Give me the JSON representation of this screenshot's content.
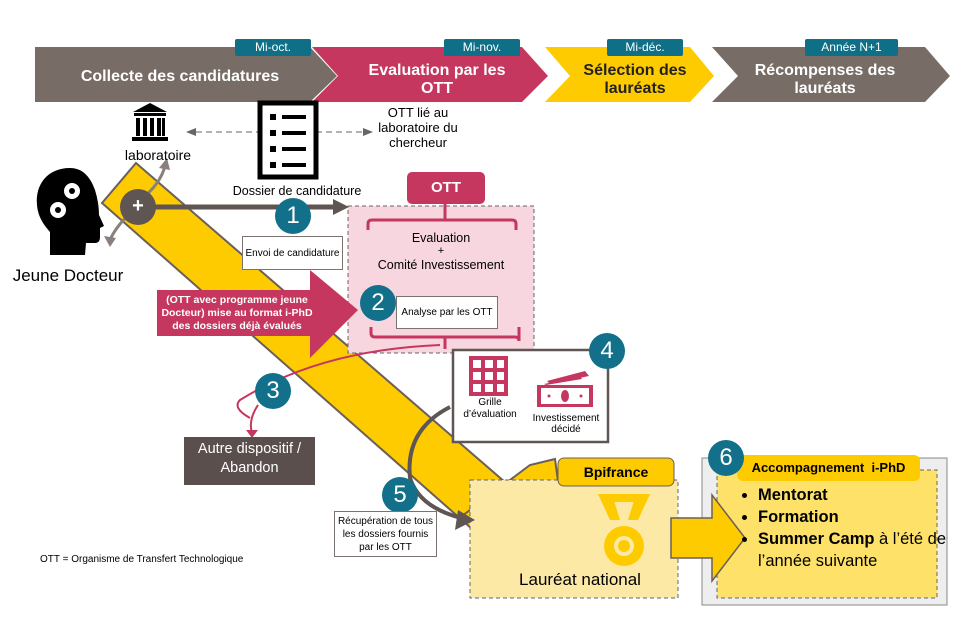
{
  "colors": {
    "taupe": "#776d66",
    "crimson": "#c5375f",
    "yellow": "#fecb00",
    "teal": "#12708a",
    "pink_bg": "#f7d6e0",
    "light_yellow": "#fde9a6",
    "dark_grey": "#5a4f4c"
  },
  "timeline": [
    {
      "label": "Collecte des candidatures",
      "date": "Mi-oct."
    },
    {
      "label": "Evaluation par les OTT",
      "date": "Mi-nov."
    },
    {
      "label": "Sélection des lauréats",
      "date": "Mi-déc."
    },
    {
      "label": "Récompenses des lauréats",
      "date": "Année N+1"
    }
  ],
  "actors": {
    "laboratoire": "laboratoire",
    "jeune_docteur": "Jeune Docteur",
    "dossier": "Dossier de candidature",
    "ott_linked": "OTT lié au laboratoire du chercheur",
    "plus": "+"
  },
  "ott": {
    "header": "OTT",
    "line1": "Evaluation",
    "line2": "+",
    "line3": "Comité Investissement"
  },
  "steps": {
    "s1": {
      "num": "1",
      "label": "Envoi de candidature"
    },
    "s2": {
      "num": "2",
      "label": "Analyse par les OTT"
    },
    "s2_arrow": "(OTT avec programme jeune Docteur) mise au format i-PhD des dossiers déjà évalués",
    "s3": {
      "num": "3",
      "label": "Autre dispositif / Abandon"
    },
    "s4": {
      "num": "4",
      "grid_label": "Grille d’évaluation",
      "money_label": "Investissement décidé"
    },
    "s5": {
      "num": "5",
      "label": "Récupération de tous les dossiers fournis par les OTT"
    },
    "s6": {
      "num": "6"
    }
  },
  "bpifrance": {
    "header": "Bpifrance",
    "label": "Lauréat national"
  },
  "accompagnement": {
    "header": "Accompagnement  i-PhD",
    "items": [
      {
        "bold": "Mentorat",
        "rest": ""
      },
      {
        "bold": "Formation",
        "rest": ""
      },
      {
        "bold": "Summer Camp",
        "rest": " à l’été de l’année suivante"
      }
    ]
  },
  "footnote": "OTT = Organisme de Transfert Technologique"
}
